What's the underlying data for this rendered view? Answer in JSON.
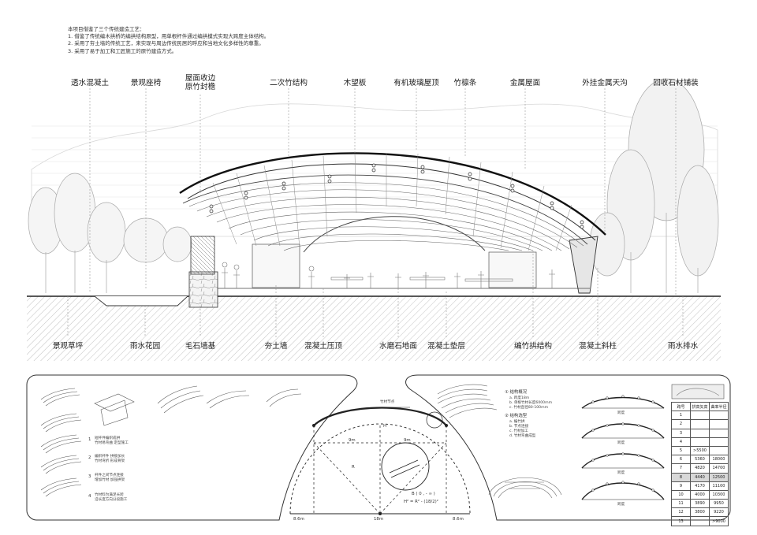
{
  "intro": {
    "title": "本项目借鉴了三个传统建造工艺：",
    "line1": "1. 借鉴了传统编木拱桥的编拱结构原型，用单根杆件通过编拱模式实现大跨度主体结构。",
    "line2": "2. 采用了夯土墙的传统工艺，来实现与周边传统民居的呼应和当地文化多样性的尊重。",
    "line3": "3. 采用了易于加工和工匠施工的原竹建造方式。"
  },
  "top_labels": [
    {
      "text": "透水混凝土"
    },
    {
      "text": "景观座椅"
    },
    {
      "text": "屋面收边\n原竹封檐"
    },
    {
      "text": "二次竹结构"
    },
    {
      "text": "木望板"
    },
    {
      "text": "有机玻璃屋顶"
    },
    {
      "text": "竹檩条"
    },
    {
      "text": "金属屋面"
    },
    {
      "text": "外挂金属天沟"
    },
    {
      "text": "回收石材铺装"
    }
  ],
  "bottom_labels": [
    {
      "text": "景观草坪"
    },
    {
      "text": "雨水花园"
    },
    {
      "text": "毛石墙基"
    },
    {
      "text": "夯土墙"
    },
    {
      "text": "混凝土压顶"
    },
    {
      "text": "水磨石地面"
    },
    {
      "text": "混凝土垫层"
    },
    {
      "text": "编竹拱结构"
    },
    {
      "text": "混凝土斜柱"
    },
    {
      "text": "雨水排水"
    }
  ],
  "steps": {
    "s1": "1",
    "s2": "2",
    "s3": "3",
    "s4": "4",
    "t1": "短杆件编织成拱\n竹材易弯曲 定型施工",
    "t2": "编织杆件 拼接加长\n竹材弯折 形成骨架",
    "t3": "杆件之间节点连接\n增加竹材 加强拱架",
    "t4": "竹材料为满足长跨\n沿长度方向分段施工"
  },
  "geometry": {
    "top_callout": "竹材节点",
    "label_h": "H",
    "label_r": "R",
    "half_left": "9m",
    "half_right": "9m",
    "span": "18m",
    "left_edge": "8.6m",
    "right_edge": "8.6m",
    "formula1": "B ( 0 , - ∞ )",
    "formula2": "H² = R² - (18/2)²"
  },
  "notes": {
    "h1": "① 结构概况",
    "l1a": "a. 跨度18m",
    "l1b": "b. 单根竹材长度6000mm",
    "l1c": "c. 竹材直径80-100mm",
    "h2": "② 结构选型",
    "l2a": "a. 编竹拱",
    "l2b": "b. 节点连接",
    "l2c": "c. 竹材加工",
    "l2d": "d. 竹材弯曲成型"
  },
  "diagram_caption": "跨度",
  "table": {
    "headers": [
      "跨号",
      "拱高矢高",
      "曲率半径"
    ],
    "rows": [
      [
        "1",
        "",
        ""
      ],
      [
        "2",
        "",
        ""
      ],
      [
        "3",
        "",
        ""
      ],
      [
        "4",
        "",
        ""
      ],
      [
        "5",
        ">5500",
        ""
      ],
      [
        "6",
        "5360",
        "18000"
      ],
      [
        "7",
        "4820",
        "14700"
      ],
      [
        "8",
        "4440",
        "12500"
      ],
      [
        "9",
        "4170",
        "11100"
      ],
      [
        "10",
        "4000",
        "10300"
      ],
      [
        "11",
        "3890",
        "9950"
      ],
      [
        "12",
        "3800",
        "9220"
      ],
      [
        "13",
        "",
        ">9000"
      ]
    ]
  },
  "colors": {
    "line": "#222222",
    "ground": "#9a9a9a",
    "tree": "#b5b5b5",
    "fill_light": "#eeeeee"
  }
}
